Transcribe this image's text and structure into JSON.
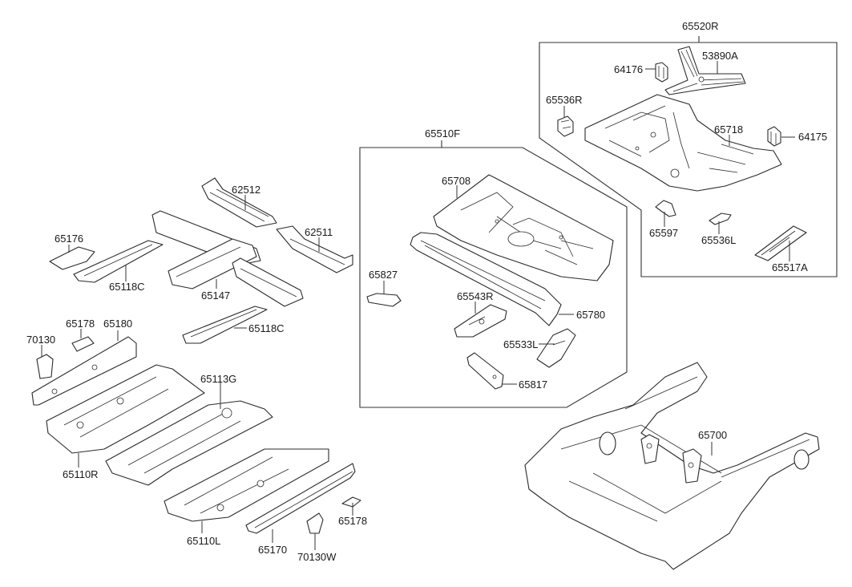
{
  "diagram": {
    "type": "exploded-parts-diagram",
    "subject": "Floor panel and rear floor assembly",
    "groups": [
      {
        "id": "65520R",
        "label": "65520R",
        "parts": [
          "53890A",
          "64176",
          "65536R",
          "65718",
          "64175",
          "65597",
          "65536L",
          "65517A"
        ]
      },
      {
        "id": "65510F",
        "label": "65510F",
        "parts": [
          "65708",
          "65827",
          "65543R",
          "65780",
          "65533L",
          "65817"
        ]
      }
    ],
    "labels": {
      "p65520R": "65520R",
      "p53890A": "53890A",
      "p64176": "64176",
      "p65536R": "65536R",
      "p65718": "65718",
      "p64175": "64175",
      "p65597": "65597",
      "p65536L": "65536L",
      "p65517A": "65517A",
      "p65510F": "65510F",
      "p65708": "65708",
      "p65827": "65827",
      "p65543R": "65543R",
      "p65780": "65780",
      "p65533L": "65533L",
      "p65817": "65817",
      "p62512": "62512",
      "p62511": "62511",
      "p65176": "65176",
      "p65118C_a": "65118C",
      "p65147": "65147",
      "p65118C_b": "65118C",
      "p70130": "70130",
      "p65178_a": "65178",
      "p65180": "65180",
      "p65113G": "65113G",
      "p65110R": "65110R",
      "p65110L": "65110L",
      "p65170": "65170",
      "p70130W": "70130W",
      "p65178_b": "65178",
      "p65700": "65700"
    }
  }
}
